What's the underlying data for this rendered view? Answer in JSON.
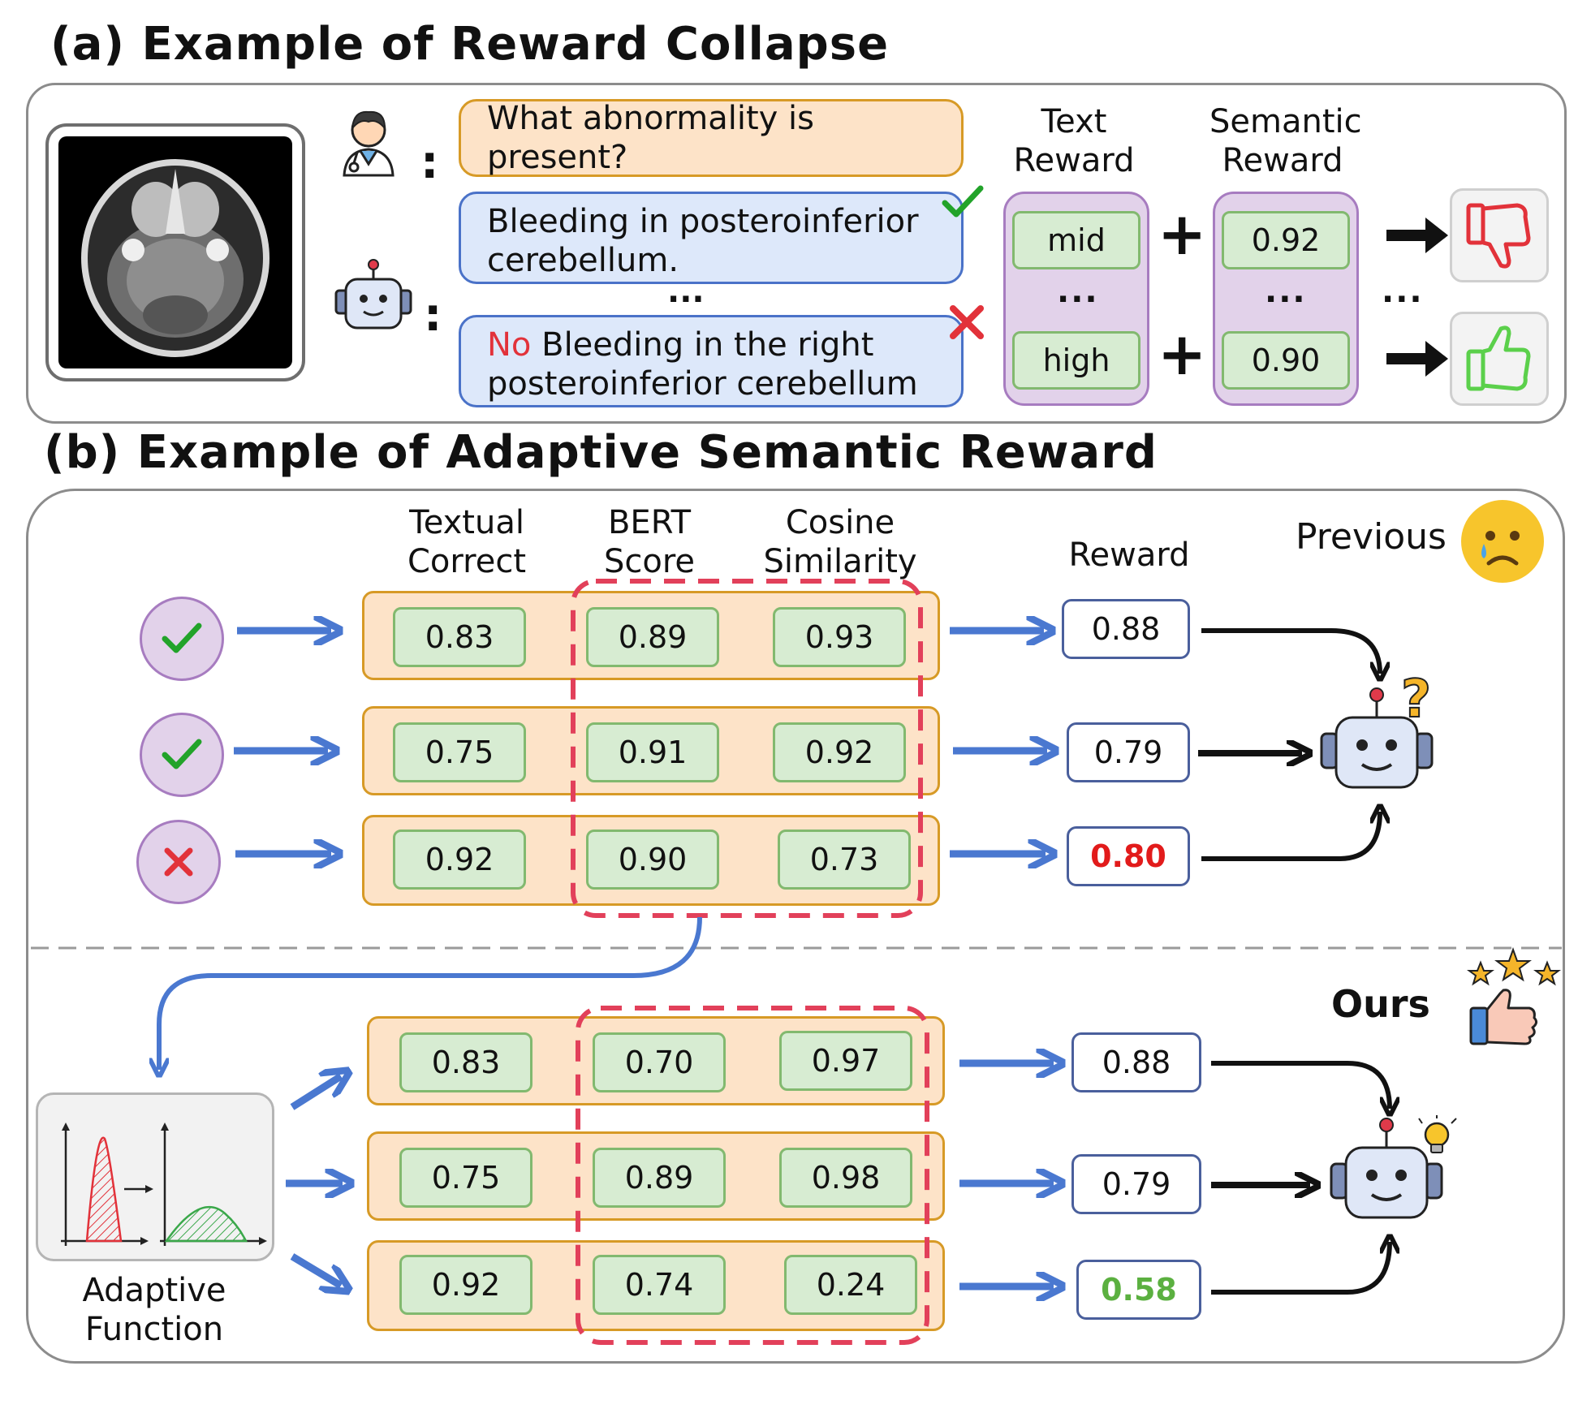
{
  "section_a": {
    "title": "(a) Example of Reward Collapse",
    "question": "What abnormality is present?",
    "answer_correct": "Bleeding in  posteroinferior cerebellum.",
    "answer_wrong_prefix": "No",
    "answer_wrong_rest": " Bleeding in the right posteroinferior cerebellum",
    "ellipsis": "...",
    "text_reward_header": [
      "Text",
      "Reward"
    ],
    "semantic_reward_header": [
      "Semantic",
      "Reward"
    ],
    "text_rewards": [
      "mid",
      "high"
    ],
    "semantic_rewards": [
      "0.92",
      "0.90"
    ],
    "plus": "+"
  },
  "section_b": {
    "title": "(b) Example of Adaptive Semantic Reward",
    "headers": {
      "textual": [
        "Textual",
        "Correct"
      ],
      "bert": [
        "BERT",
        "Score"
      ],
      "cosine": [
        "Cosine",
        "Similarity"
      ],
      "reward": "Reward"
    },
    "previous_label": "Previous",
    "ours_label": "Ours",
    "previous_rows": [
      {
        "textual": "0.83",
        "bert": "0.89",
        "cosine": "0.93",
        "reward": "0.88"
      },
      {
        "textual": "0.75",
        "bert": "0.91",
        "cosine": "0.92",
        "reward": "0.79"
      },
      {
        "textual": "0.92",
        "bert": "0.90",
        "cosine": "0.73",
        "reward": "0.80"
      }
    ],
    "ours_rows": [
      {
        "textual": "0.83",
        "bert": "0.70",
        "cosine": "0.97",
        "reward": "0.88"
      },
      {
        "textual": "0.75",
        "bert": "0.89",
        "cosine": "0.98",
        "reward": "0.79"
      },
      {
        "textual": "0.92",
        "bert": "0.74",
        "cosine": "0.24",
        "reward": "0.58"
      }
    ],
    "adaptive_function_label": [
      "Adaptive",
      "Function"
    ]
  },
  "colors": {
    "correct_green": "#22a32a",
    "wrong_red": "#e2323a",
    "arrow_blue": "#4a78d0",
    "highlight_red": "#e21b1b",
    "highlight_green": "#5bb040"
  },
  "icons": [
    "brain-ct-image",
    "doctor-icon",
    "robot-icon",
    "check-icon",
    "cross-icon",
    "thumbs-down-icon",
    "thumbs-up-icon",
    "crying-face-icon",
    "stars-thumbs-up-icon",
    "question-mark-icon",
    "lightbulb-icon"
  ]
}
